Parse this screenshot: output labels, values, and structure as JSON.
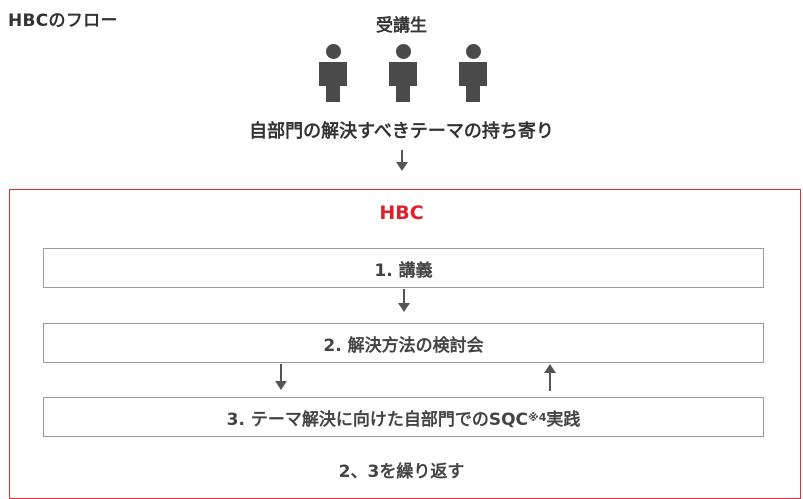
{
  "title": "HBCのフロー",
  "trainees": {
    "label": "受講生",
    "icon": "person-icon",
    "count": 3
  },
  "bring_in_label": "自部門の解決すべきテーマの持ち寄り",
  "hbc": {
    "label": "HBC",
    "accent_color": "#e0202c",
    "steps": [
      {
        "label": "1. 講義"
      },
      {
        "label": "2. 解決方法の検討会"
      },
      {
        "label_main": "3. テーマ解決に向けた自部門でのSQC",
        "footnote": "※4",
        "label_tail": "実践"
      }
    ],
    "repeat_label": "2、3を繰り返す"
  },
  "colors": {
    "frame": "#e83030",
    "text": "#333333",
    "icon": "#4a4a4a",
    "box_border": "#9a9a9a"
  }
}
